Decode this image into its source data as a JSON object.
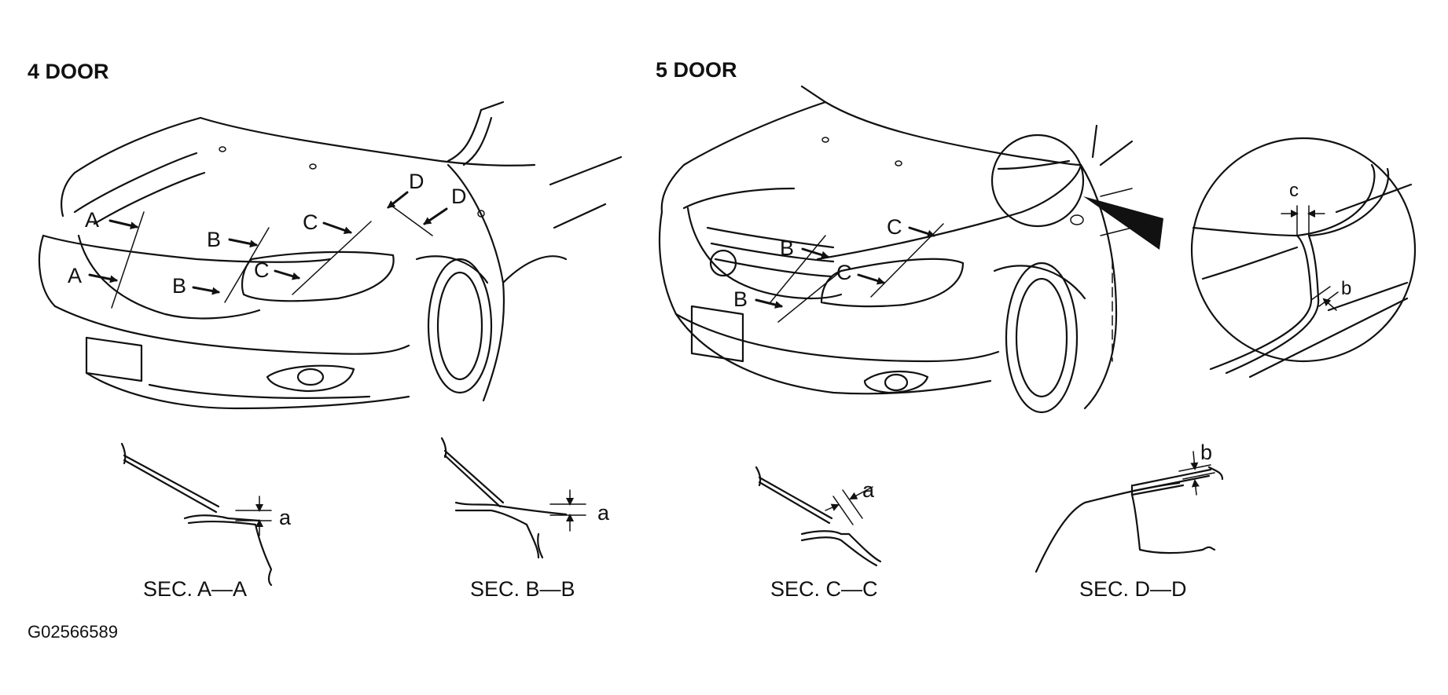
{
  "left_panel": {
    "title": "4 DOOR",
    "section_markers": [
      "A",
      "A",
      "B",
      "B",
      "C",
      "C",
      "D",
      "D"
    ]
  },
  "right_panel": {
    "title": "5  DOOR",
    "section_markers": [
      "B",
      "B",
      "C",
      "C"
    ],
    "detail_labels": [
      "c",
      "b"
    ]
  },
  "sections": [
    {
      "caption": "SEC. A—A",
      "gap_label": "a"
    },
    {
      "caption": "SEC. B—B",
      "gap_label": "a"
    },
    {
      "caption": "SEC. C—C",
      "gap_label": "a"
    },
    {
      "caption": "SEC. D—D",
      "gap_label": "b"
    }
  ],
  "figure_code": "G02566589"
}
